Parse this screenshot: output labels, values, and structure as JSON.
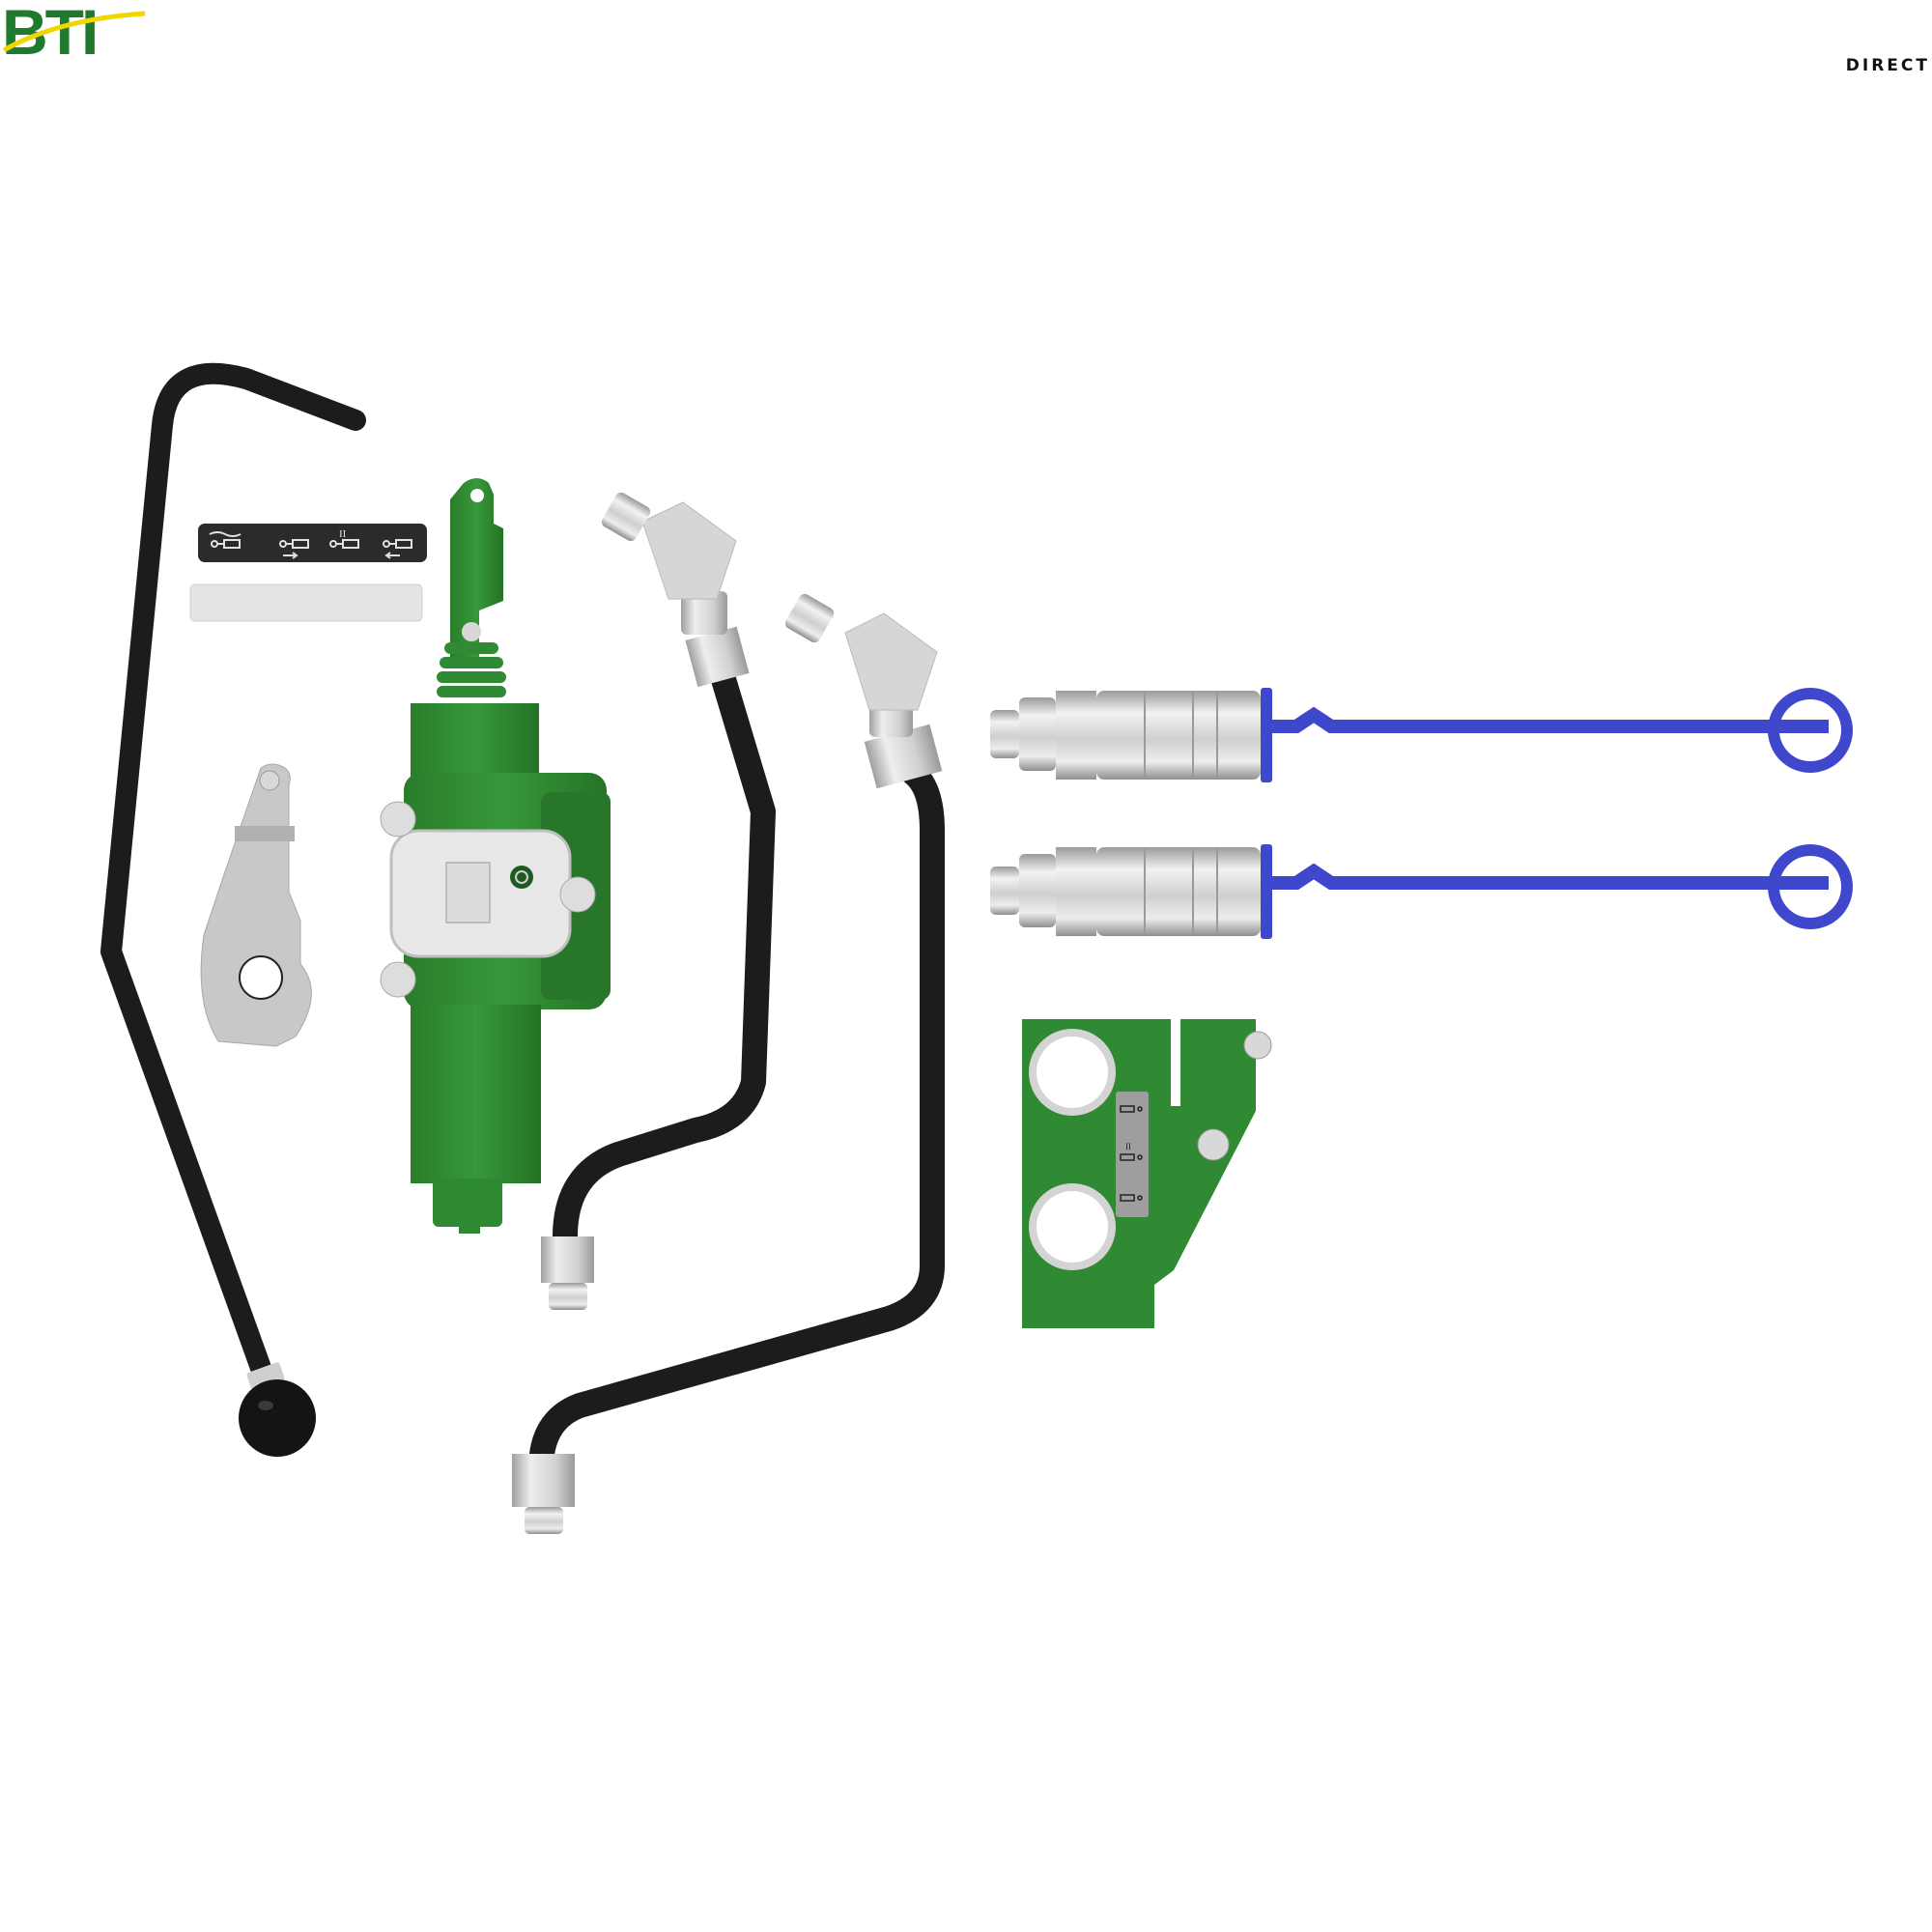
{
  "logo": {
    "brand": "BTI",
    "sub": "DIRECT",
    "colors": {
      "green": "#1f7a2e",
      "yellow": "#f2d600",
      "text": "#111111"
    }
  },
  "image": {
    "description": "Exploded parts view of a hydraulic selective control valve kit",
    "background": "#ffffff",
    "parts": [
      {
        "id": "control-lever",
        "label": "Bent lever rod with black ball knob",
        "color": "#1c1c1c"
      },
      {
        "id": "decal-dark",
        "label": "Function decal (dark)",
        "icons": [
          "float",
          "extend",
          "neutral II",
          "retract"
        ]
      },
      {
        "id": "decal-silver",
        "label": "Function decal (silver)"
      },
      {
        "id": "lever-arm",
        "label": "Silver lever arm plate",
        "color": "#c9c9c9"
      },
      {
        "id": "valve-body",
        "label": "Green control valve with boot and linkage",
        "color": "#2e8b2e"
      },
      {
        "id": "hose-left",
        "label": "Hydraulic line with 45° elbow fitting"
      },
      {
        "id": "hose-right",
        "label": "Hydraulic line with 45° elbow fitting"
      },
      {
        "id": "coupler-1",
        "label": "Quick coupler with blue dust cap and tether",
        "cap_color": "#3f48cc"
      },
      {
        "id": "coupler-2",
        "label": "Quick coupler with blue dust cap and tether",
        "cap_color": "#3f48cc"
      },
      {
        "id": "coupler-bracket",
        "label": "Green mounting bracket with snap rings and decal",
        "decal_icons": [
          "retract",
          "neutral II",
          "extend"
        ]
      }
    ]
  }
}
